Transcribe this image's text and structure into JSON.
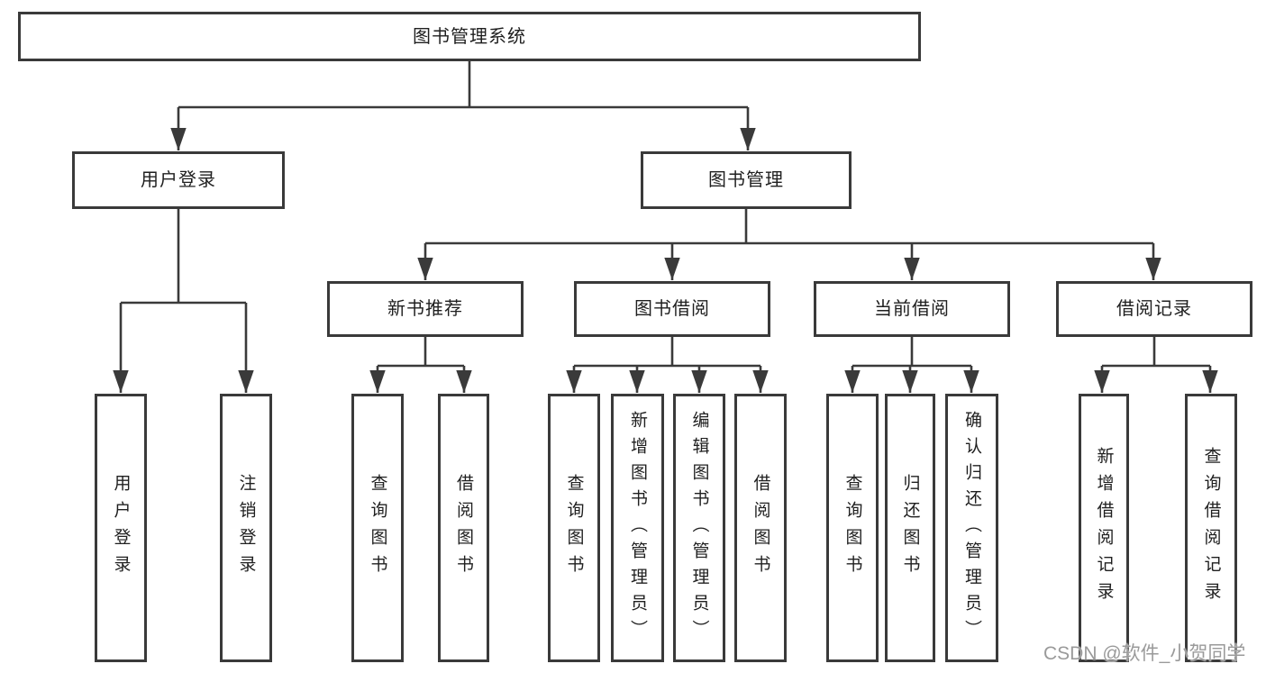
{
  "title": "图书管理系统",
  "watermark": {
    "text": "CSDN @软件_小贺同学"
  },
  "colors": {
    "line": "#3a3a3a",
    "border": "#3a3a3a",
    "text": "#1f1f1f",
    "background": "#ffffff",
    "watermark": "#9a9a9a"
  },
  "tree": {
    "root": {
      "label": "图书管理系统"
    },
    "branches": [
      {
        "label": "用户登录",
        "children": [
          {
            "label": "用户登录"
          },
          {
            "label": "注销登录"
          }
        ]
      },
      {
        "label": "图书管理",
        "sections": [
          {
            "label": "新书推荐",
            "children": [
              {
                "label": "查询图书"
              },
              {
                "label": "借阅图书"
              }
            ]
          },
          {
            "label": "图书借阅",
            "children": [
              {
                "label": "查询图书"
              },
              {
                "label": "新增图书（管理员）"
              },
              {
                "label": "编辑图书（管理员）"
              },
              {
                "label": "借阅图书"
              }
            ]
          },
          {
            "label": "当前借阅",
            "children": [
              {
                "label": "查询图书"
              },
              {
                "label": "归还图书"
              },
              {
                "label": "确认归还（管理员）"
              }
            ]
          },
          {
            "label": "借阅记录",
            "children": [
              {
                "label": "新增借阅记录"
              },
              {
                "label": "查询借阅记录"
              }
            ]
          }
        ]
      }
    ]
  }
}
